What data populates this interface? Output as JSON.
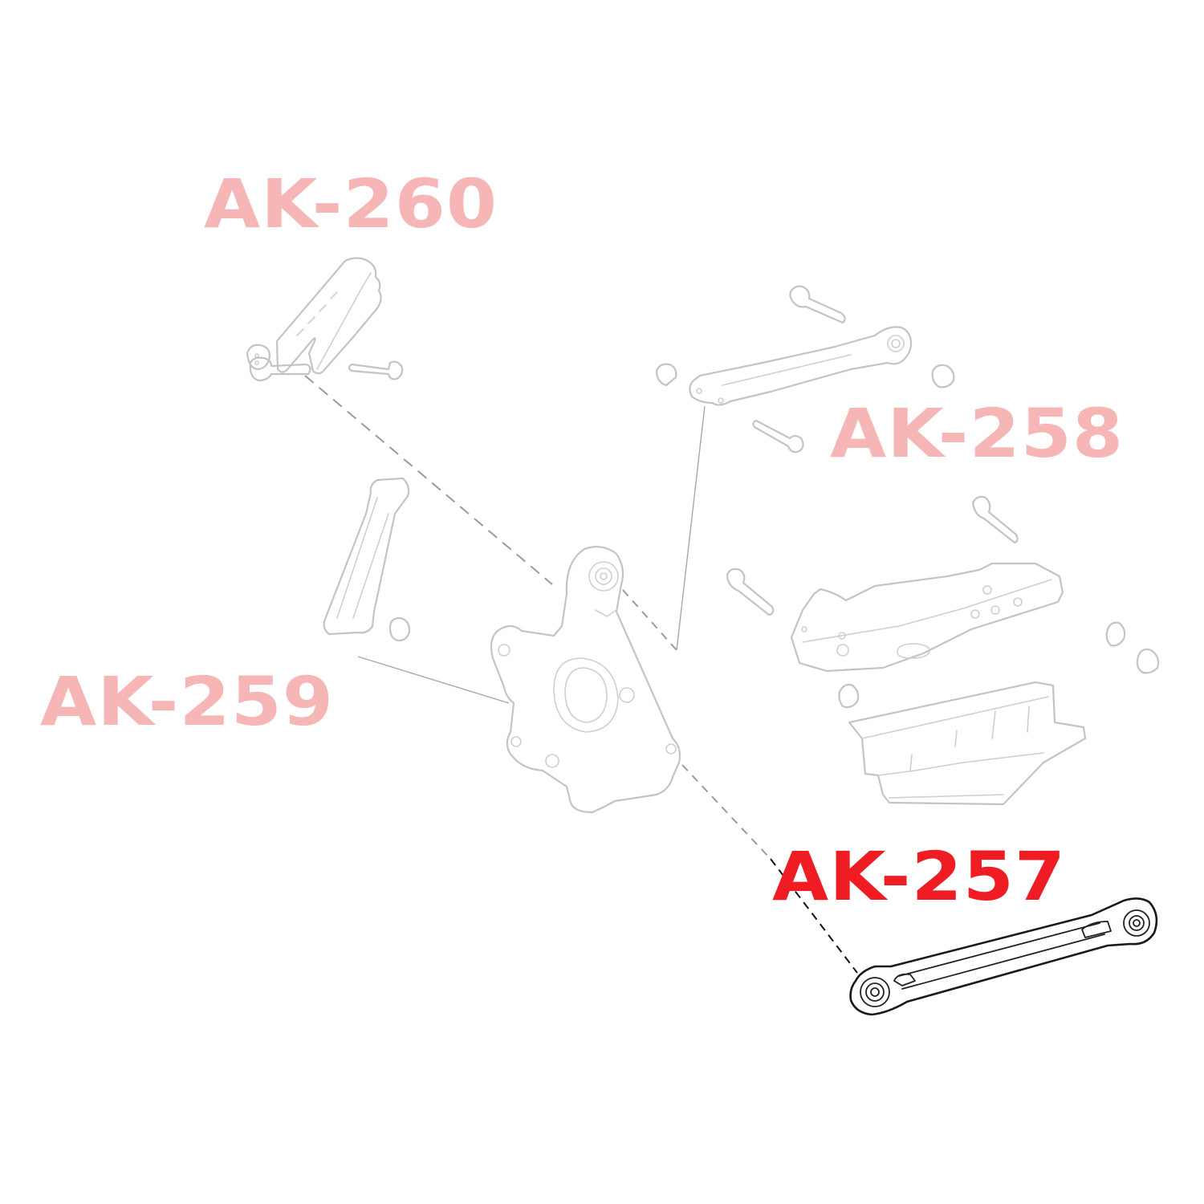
{
  "diagram": {
    "type": "exploded-parts-diagram",
    "subject": "rear suspension components",
    "colors": {
      "label_faded": "#f7b6b6",
      "label_active": "#ef1c24",
      "line_art_faded": "#c4c4c4",
      "line_art_active": "#1a1a1a",
      "background": "#ffffff"
    },
    "labels": {
      "ak260": "AK-260",
      "ak258": "AK-258",
      "ak259": "AK-259",
      "ak257": "AK-257"
    },
    "parts": [
      {
        "id": "ak260",
        "label": "AK-260",
        "description": "upper arm bracket with bolt and nut",
        "highlighted": false
      },
      {
        "id": "ak258",
        "label": "AK-258",
        "description": "upper control arm with bolts and nuts",
        "highlighted": false
      },
      {
        "id": "ak259",
        "label": "AK-259",
        "description": "toe/trailing link with bolt and nut",
        "highlighted": false
      },
      {
        "id": "ak257",
        "label": "AK-257",
        "description": "lower lateral link arm",
        "highlighted": true
      }
    ],
    "other_components": [
      "steering knuckle",
      "lower control arm",
      "subframe bracket / skid plate"
    ]
  }
}
